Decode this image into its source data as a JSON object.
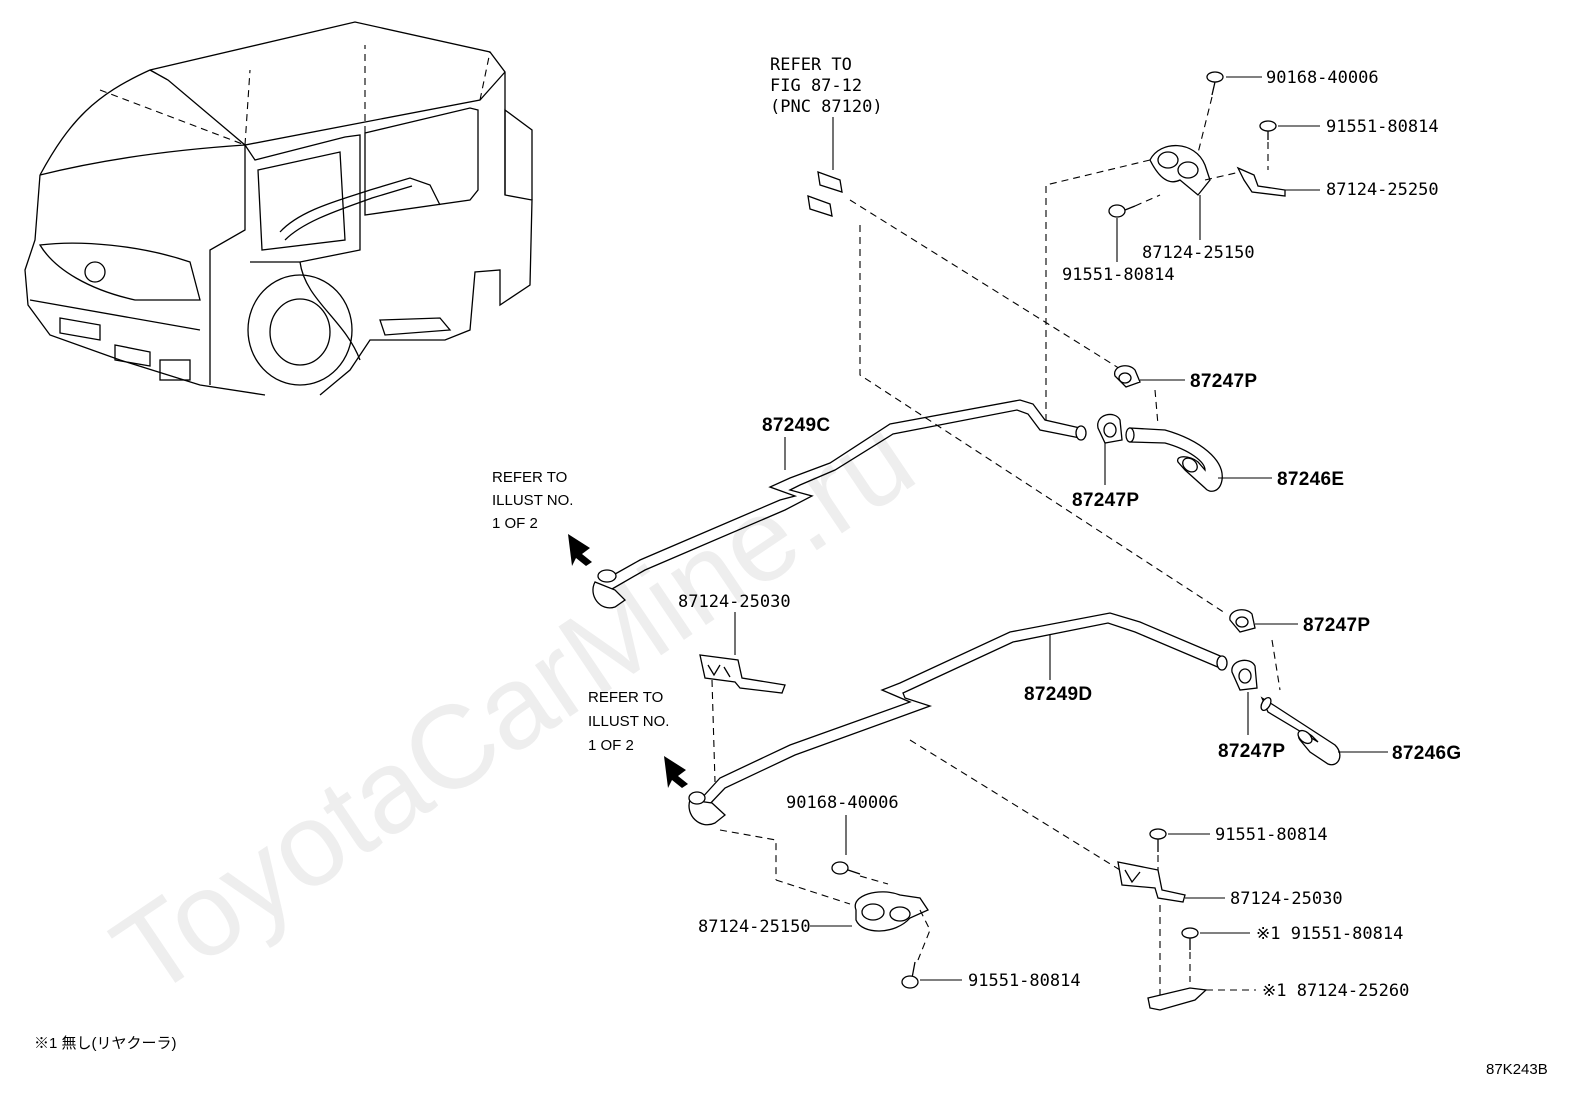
{
  "watermark": "ToyotaCarMine.ru",
  "refer_fig": [
    "REFER TO",
    "FIG 87-12",
    "(PNC 87120)"
  ],
  "refer_illust_upper": [
    "REFER TO",
    "ILLUST NO.",
    "1 OF 2"
  ],
  "refer_illust_lower": [
    "REFER TO",
    "ILLUST NO.",
    "1 OF 2"
  ],
  "parts": {
    "bolt_top": "90168-40006",
    "bolt_top_right": "91551-80814",
    "bracket_top_right": "87124-25250",
    "clamp_top": "87124-25150",
    "bolt_top_left": "91551-80814",
    "hose_clamp_upper_1": "87247P",
    "hose_clamp_upper_2": "87247P",
    "pipe_upper": "87249C",
    "hose_upper": "87246E",
    "bracket_mid": "87124-25030",
    "hose_clamp_lower_1": "87247P",
    "hose_clamp_lower_2": "87247P",
    "pipe_lower": "87249D",
    "hose_lower": "87246G",
    "bolt_bottom": "90168-40006",
    "clamp_bottom": "87124-25150",
    "bolt_bottom_left": "91551-80814",
    "bolt_bottom_right": "91551-80814",
    "bracket_bottom_right": "87124-25030",
    "bolt_note": "※1 91551-80814",
    "bracket_note": "※1 87124-25260"
  },
  "footnote": "※1 無し(リヤクーラ)",
  "diagram_code": "87K243B"
}
